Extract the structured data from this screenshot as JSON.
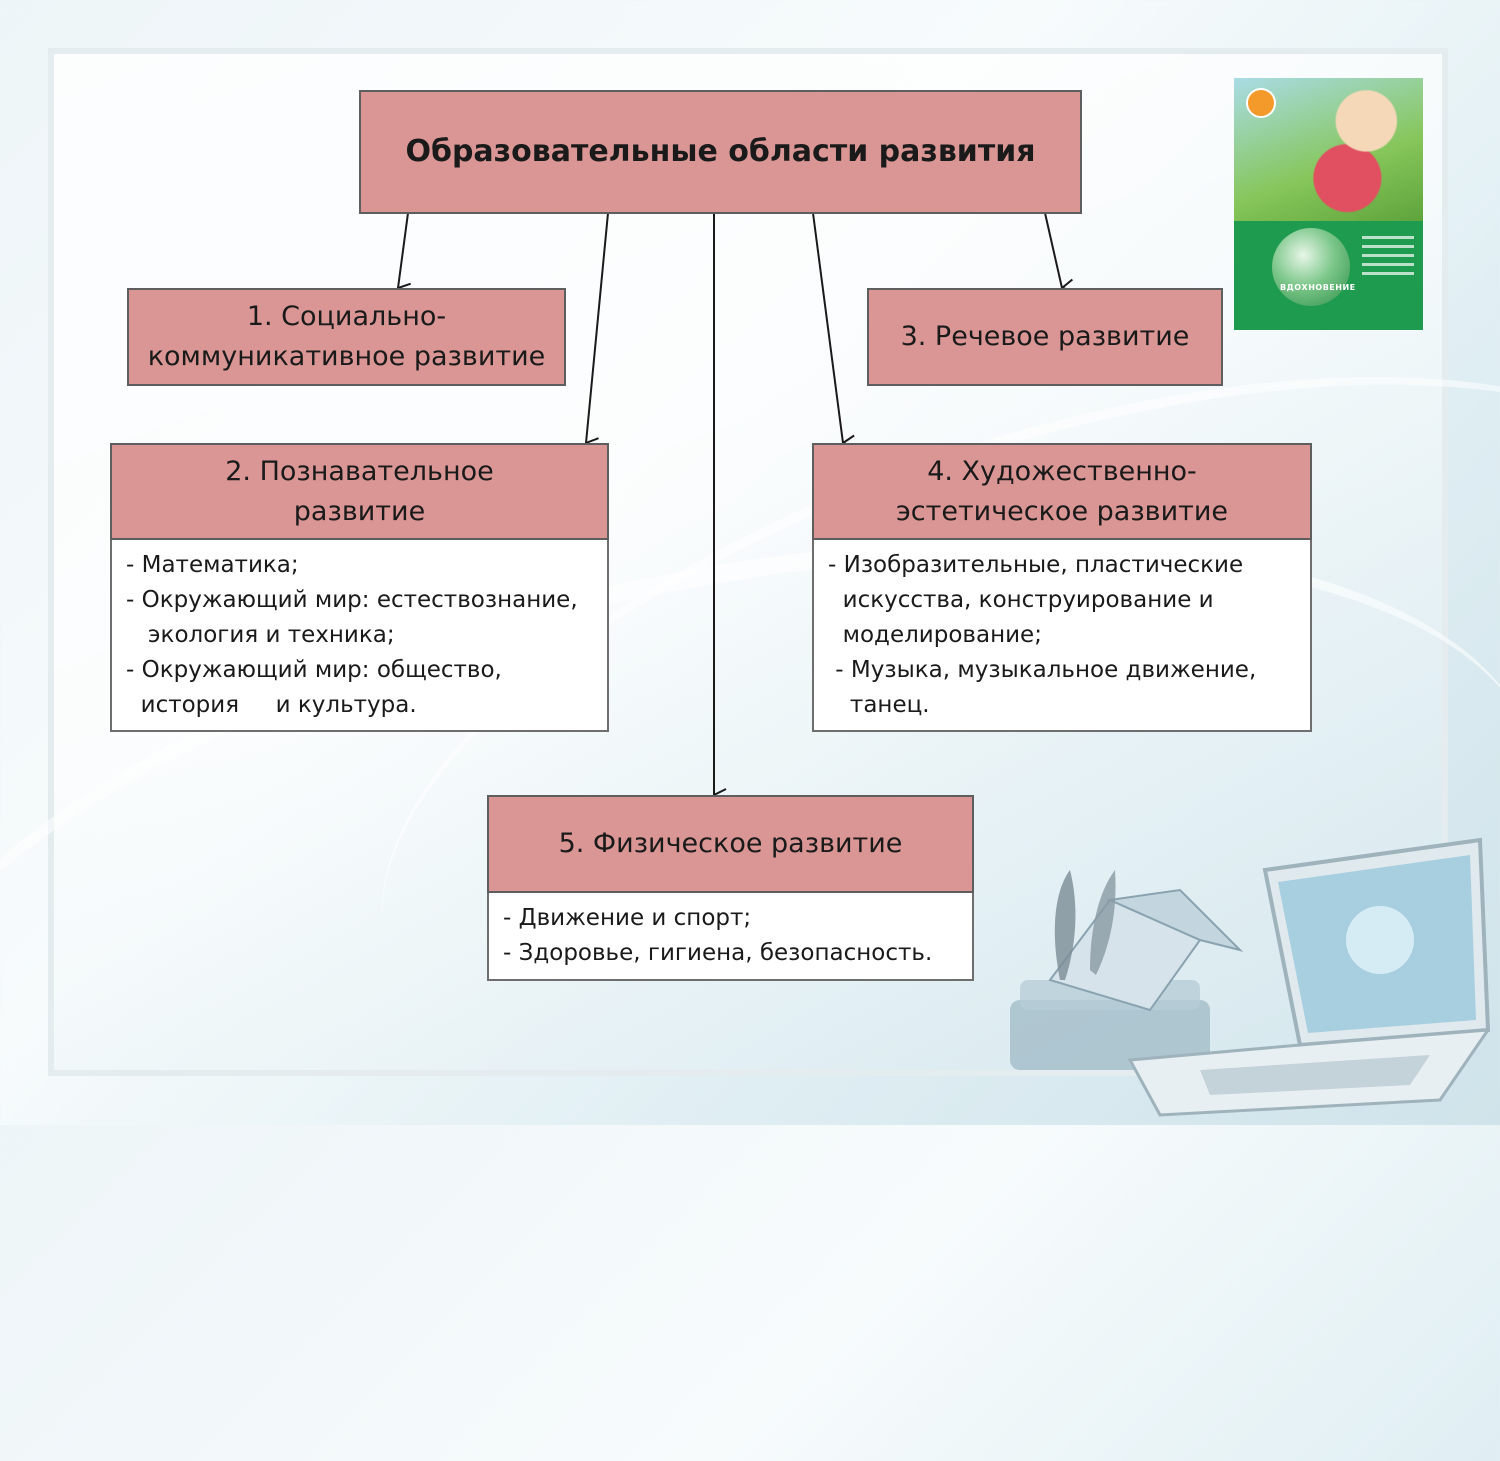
{
  "diagram": {
    "root": {
      "label": "Образовательные области развития"
    },
    "areas": [
      {
        "label": "1. Социально-\nкоммуникативное развитие",
        "items": []
      },
      {
        "label": "2. Познавательное\nразвитие",
        "items": [
          "- Математика;",
          "- Окружающий мир: естествознание,",
          "   экология и техника;",
          "- Окружающий мир: общество,",
          "  история     и культура."
        ]
      },
      {
        "label": "3. Речевое развитие",
        "items": []
      },
      {
        "label": "4. Художественно-\nэстетическое развитие",
        "items": [
          "- Изобразительные, пластические",
          "  искусства, конструирование и",
          "  моделирование;",
          " - Музыка, музыкальное движение,",
          "   танец."
        ]
      },
      {
        "label": "5. Физическое развитие",
        "items": [
          "- Движение и спорт;",
          "- Здоровье, гигиена, безопасность."
        ]
      }
    ]
  },
  "colors": {
    "box_fill": "#d99694",
    "box_border": "#5e5e5e",
    "list_fill": "#ffffff"
  },
  "illustration": {
    "cover_text": "ВДОХНОВЕНИЕ"
  }
}
